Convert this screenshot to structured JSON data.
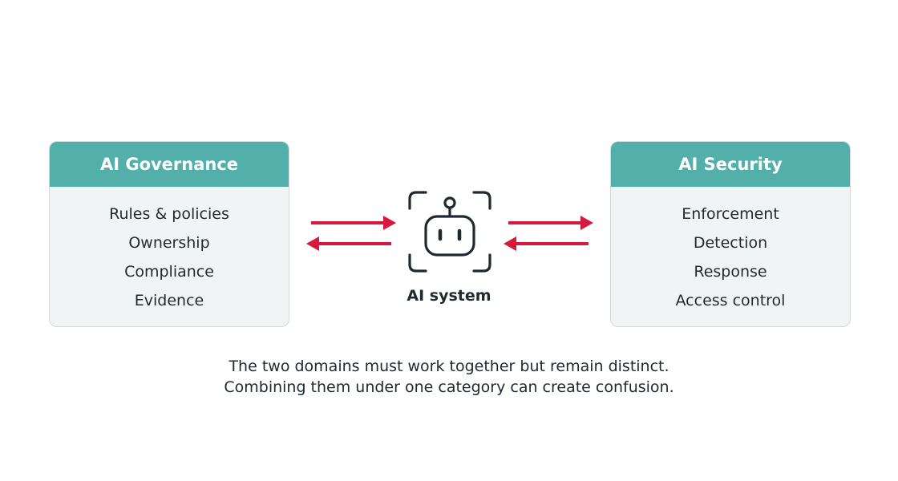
{
  "colors": {
    "header_teal": "#52afa9",
    "arrow_red": "#d6193e",
    "card_bg": "#f1f4f5",
    "text_dark": "#1f2a30"
  },
  "governance": {
    "title": "AI Governance",
    "items": [
      "Rules & policies",
      "Ownership",
      "Compliance",
      "Evidence"
    ]
  },
  "security": {
    "title": "AI Security",
    "items": [
      "Enforcement",
      "Detection",
      "Response",
      "Access control"
    ]
  },
  "center": {
    "icon": "robot-icon",
    "label": "AI system"
  },
  "caption": {
    "line1": "The two domains must work together but remain distinct.",
    "line2": "Combining them under one category can create confusion."
  }
}
